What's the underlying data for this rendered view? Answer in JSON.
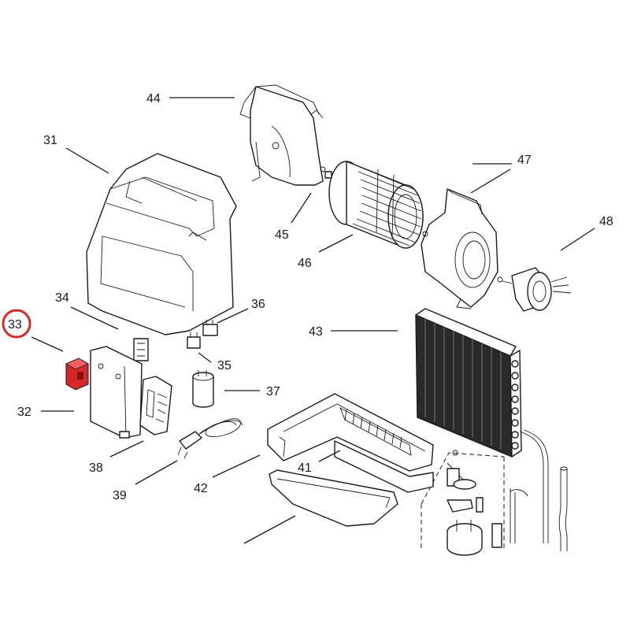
{
  "callouts": {
    "c31": "31",
    "c32": "32",
    "c33": "33",
    "c34": "34",
    "c35": "35",
    "c36": "36",
    "c37": "37",
    "c38": "38",
    "c39": "39",
    "c41": "41",
    "c42": "42",
    "c43": "43",
    "c44": "44",
    "c45": "45",
    "c46": "46",
    "c47": "47",
    "c48": "48"
  },
  "highlight": {
    "callout": "33",
    "color": "#d62828"
  },
  "colors": {
    "line": "#1a1a1a",
    "part_fill": "#ffffff",
    "highlight_part": "#d62828"
  }
}
